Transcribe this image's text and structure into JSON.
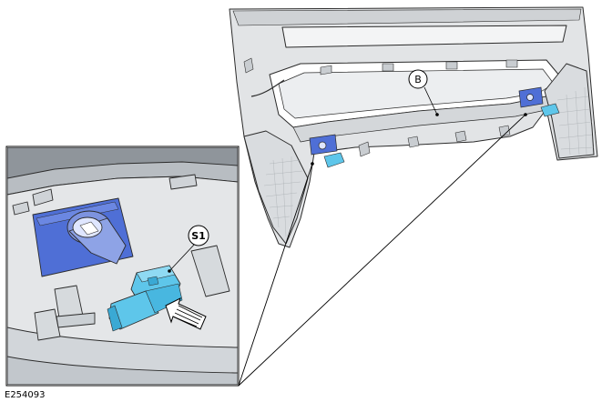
{
  "callouts": {
    "part_b": "B",
    "sensor_s1": "S1"
  },
  "figure_id": "E254093",
  "colors": {
    "panel": "#e4e6e8",
    "panel_shade": "#c9cdd1",
    "panel_dark": "#9aa0a6",
    "bracket_blue": "#4f6fd6",
    "sensor_cyan": "#5ec6ea",
    "outline": "#2b2b2b"
  },
  "icons": [
    "arrow-push-icon"
  ]
}
